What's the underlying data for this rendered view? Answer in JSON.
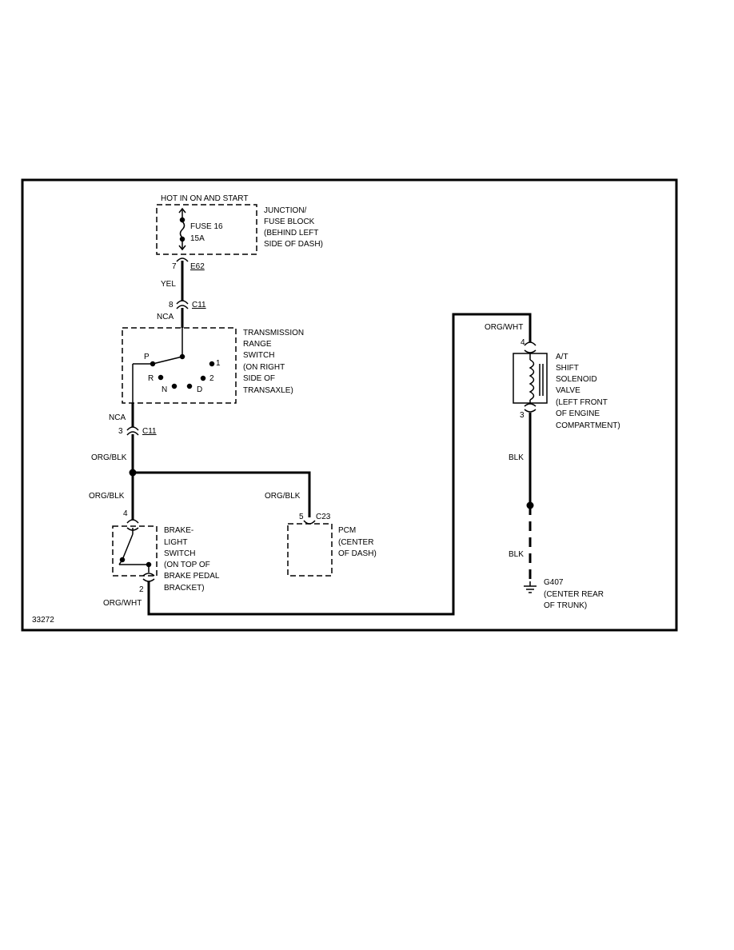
{
  "figure_id": "33272",
  "fuse_block": {
    "supply_label": "HOT IN ON AND START",
    "fuse_name": "FUSE 16",
    "fuse_rating": "15A",
    "location": [
      "JUNCTION/",
      "FUSE BLOCK",
      "(BEHIND LEFT",
      "SIDE OF DASH)"
    ]
  },
  "connector_e62": {
    "pin": "7",
    "name": "E62"
  },
  "wire_yel": "YEL",
  "connector_c11_top": {
    "pin": "8",
    "name": "C11"
  },
  "wire_nca_top": "NCA",
  "trans_range_switch": {
    "label": [
      "TRANSMISSION",
      "RANGE",
      "SWITCH",
      "(ON RIGHT",
      "SIDE OF",
      "TRANSAXLE)"
    ],
    "positions": {
      "p": "P",
      "r": "R",
      "n": "N",
      "d": "D",
      "one": "1",
      "two": "2"
    }
  },
  "wire_nca_bottom": "NCA",
  "connector_c11_bottom": {
    "pin": "3",
    "name": "C11"
  },
  "wire_org_blk_main": "ORG/BLK",
  "wire_org_blk_left": "ORG/BLK",
  "wire_org_blk_right": "ORG/BLK",
  "brake_switch": {
    "pin_top": "4",
    "pin_bottom": "2",
    "label": [
      "BRAKE-",
      "LIGHT",
      "SWITCH",
      "(ON TOP OF",
      "BRAKE PEDAL",
      "BRACKET)"
    ]
  },
  "wire_org_wht_bottom": "ORG/WHT",
  "pcm": {
    "pin": "5",
    "connector": "C23",
    "label": [
      "PCM",
      "(CENTER",
      "OF DASH)"
    ]
  },
  "wire_org_wht_right": "ORG/WHT",
  "solenoid": {
    "pin_top": "4",
    "pin_bottom": "3",
    "label": [
      "A/T",
      "SHIFT",
      "SOLENOID",
      "VALVE",
      "(LEFT FRONT",
      "OF ENGINE",
      "COMPARTMENT)"
    ]
  },
  "wire_blk_upper": "BLK",
  "wire_blk_lower": "BLK",
  "ground": {
    "name": "G407",
    "label": [
      "(CENTER REAR",
      "OF TRUNK)"
    ]
  }
}
